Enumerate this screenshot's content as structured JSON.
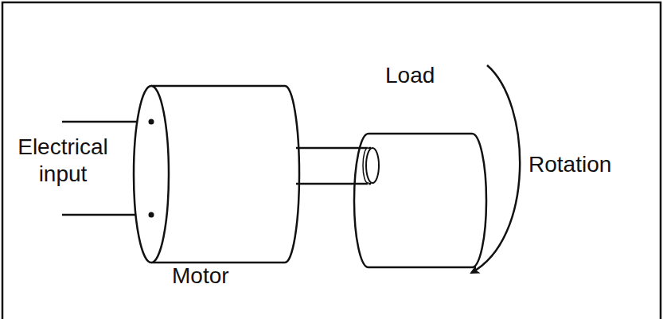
{
  "diagram": {
    "labels": [
      "Load",
      "Electrical input",
      "Motor",
      "Rotation"
    ]
  }
}
